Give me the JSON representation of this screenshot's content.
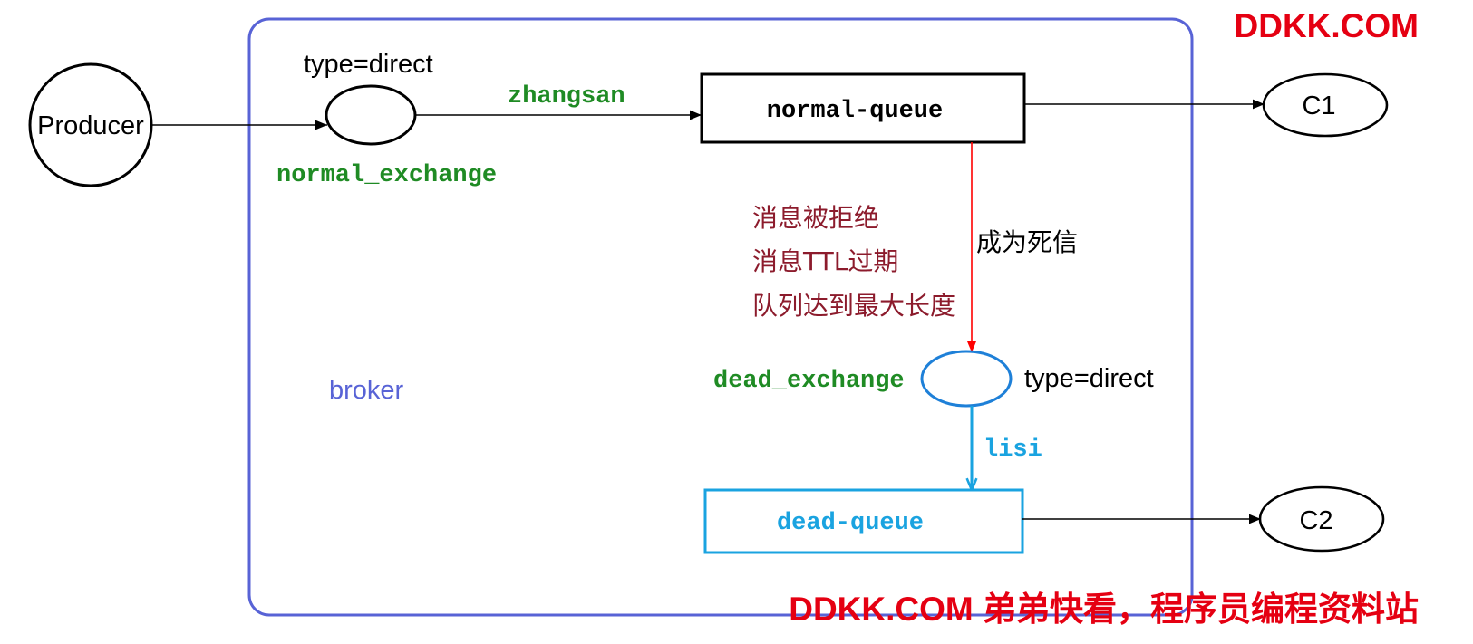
{
  "watermarks": {
    "top": "DDKK.COM",
    "bottom": "DDKK.COM 弟弟快看，程序员编程资料站"
  },
  "broker": {
    "label": "broker"
  },
  "producer": {
    "label": "Producer"
  },
  "normal_exchange": {
    "type_label": "type=direct",
    "name": "normal_exchange",
    "routing_key": "zhangsan"
  },
  "normal_queue": {
    "label": "normal-queue"
  },
  "consumer_1": {
    "label": "C1"
  },
  "dead_letter": {
    "transition_label": "成为死信",
    "reasons": [
      "消息被拒绝",
      "消息TTL过期",
      "队列达到最大长度"
    ]
  },
  "dead_exchange": {
    "name": "dead_exchange",
    "type_label": "type=direct",
    "routing_key": "lisi"
  },
  "dead_queue": {
    "label": "dead-queue"
  },
  "consumer_2": {
    "label": "C2"
  },
  "colors": {
    "broker_border": "#5863d6",
    "label_green": "#1f8b24",
    "reason_red": "#8c1b2c",
    "dead_letter_arrow": "#ff0000",
    "dead_queue_blue": "#1aa3e0",
    "dead_exchange_stroke": "#1e80d8",
    "watermark_red": "#e50012"
  }
}
